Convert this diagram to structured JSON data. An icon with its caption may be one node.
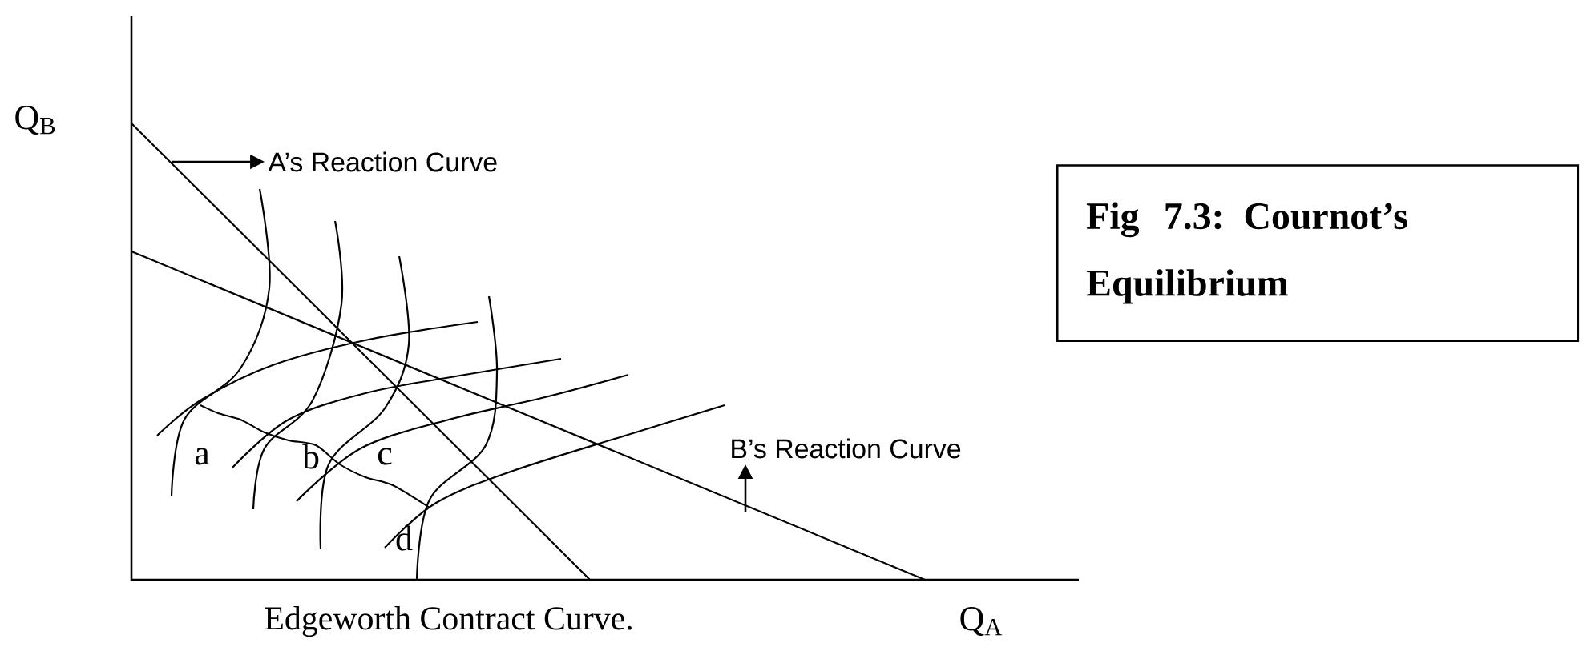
{
  "diagram": {
    "nodes": [
      {
        "text": [
          "Fig 7.3: Cournot’s Equilibrium"
        ]
      },
      {
        "text": [
          "A’s Reaction Curve"
        ]
      },
      {
        "text": [
          "B’s Reaction Curve"
        ]
      }
    ],
    "edges": [
      {
        "from": null,
        "to": 1,
        "arrow": "to"
      },
      {
        "from": null,
        "to": 2,
        "arrow": "to"
      }
    ],
    "labels": [
      "Q$_{B}$",
      "a",
      "b",
      "c",
      "d",
      "Edgeworth Contract Curve.",
      "Q$_{A}$"
    ]
  }
}
